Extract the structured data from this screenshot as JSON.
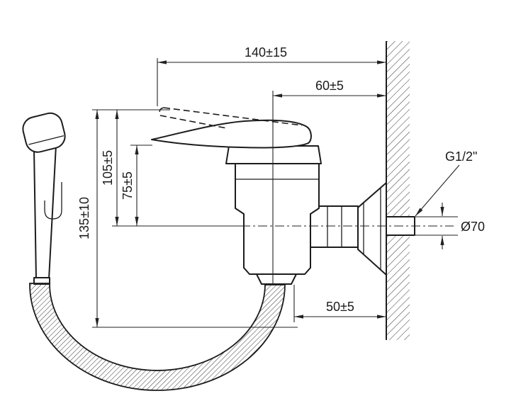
{
  "drawing": {
    "title": "wall-mounted-mixer-with-hand-shower-dimension-drawing",
    "labels": {
      "dim_width_top": "140±15",
      "dim_width_upper": "60±5",
      "dim_height_105": "105±5",
      "dim_height_75": "75±5",
      "dim_height_135": "135±10",
      "thread_label": "G1/2\"",
      "diameter_label": "Ø70",
      "dim_width_bottom": "50±5"
    },
    "colors": {
      "line": "#1c1c1c",
      "background": "#ffffff"
    }
  }
}
